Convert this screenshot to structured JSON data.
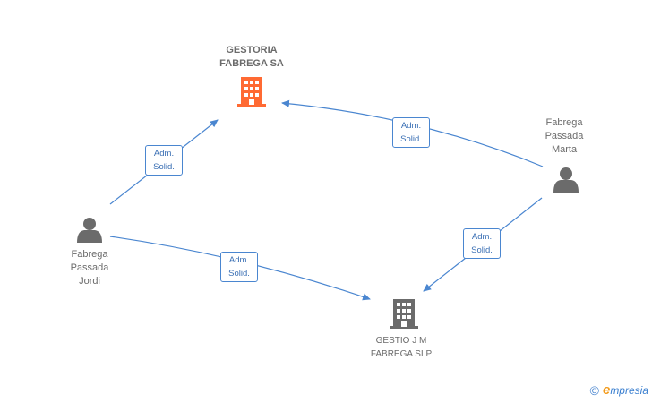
{
  "nodes": {
    "gestoria": {
      "name": "GESTORIA\nFABREGA SA",
      "type": "company",
      "color": "#ff6a33"
    },
    "gestio": {
      "name": "GESTIO J M\nFABREGA SLP",
      "type": "company",
      "color": "#6b6b6b"
    },
    "marta": {
      "name": "Fabrega\nPassada\nMarta",
      "type": "person",
      "color": "#6b6b6b"
    },
    "jordi": {
      "name": "Fabrega\nPassada\nJordi",
      "type": "person",
      "color": "#6b6b6b"
    }
  },
  "edges": [
    {
      "from": "jordi",
      "to": "gestoria",
      "label_line1": "Adm.",
      "label_line2": "Solid."
    },
    {
      "from": "marta",
      "to": "gestoria",
      "label_line1": "Adm.",
      "label_line2": "Solid."
    },
    {
      "from": "jordi",
      "to": "gestio",
      "label_line1": "Adm.",
      "label_line2": "Solid."
    },
    {
      "from": "marta",
      "to": "gestio",
      "label_line1": "Adm.",
      "label_line2": "Solid."
    }
  ],
  "edge_color": "#4a86d0",
  "footer": {
    "copyright_symbol": "©",
    "brand_initial": "e",
    "brand_rest": "mpresia"
  }
}
